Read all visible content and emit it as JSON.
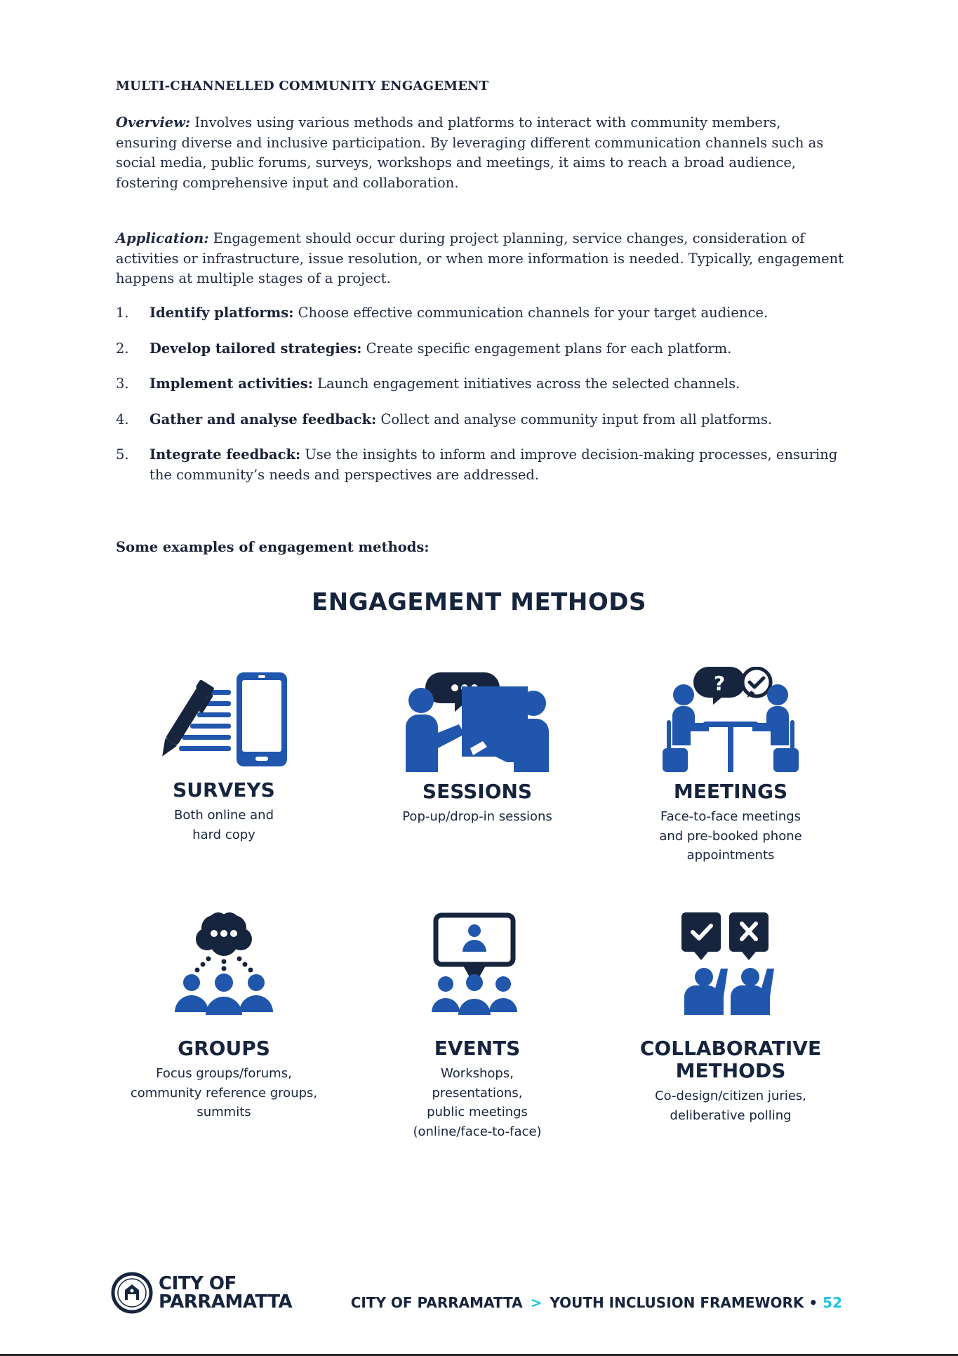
{
  "heading": "MULTI-CHANNELLED COMMUNITY ENGAGEMENT",
  "overview": {
    "label": "Overview:",
    "text": "Involves using various methods and platforms to interact with community members, ensuring diverse and inclusive participation. By leveraging different communication channels such as social media, public forums, surveys, workshops and meetings, it aims to reach a broad audience, fostering comprehensive input and collaboration."
  },
  "application": {
    "label": "Application:",
    "text": "Engagement should occur during project planning, service changes, consideration of activities or infrastructure, issue resolution, or when more information is needed. Typically, engagement happens at multiple stages of a project."
  },
  "steps": [
    {
      "num": "1.",
      "title": "Identify platforms",
      "sep": ":",
      "text": "Choose effective communication channels for your target audience."
    },
    {
      "num": "2.",
      "title": "Develop tailored strategies",
      "sep": ":",
      "text": "Create specific engagement plans for each platform."
    },
    {
      "num": "3.",
      "title": "Implement activities",
      "sep": ":",
      "text": "Launch engagement initiatives across the selected channels."
    },
    {
      "num": "4.",
      "title": "Gather and analyse feedback:",
      "sep": "",
      "text": "Collect and analyse community input from all platforms."
    },
    {
      "num": "5.",
      "title": "Integrate feedback:",
      "sep": "",
      "text": "Use the insights to inform and improve decision-making processes, ensuring the community’s needs and perspectives are addressed."
    }
  ],
  "examples_label": "Some examples of engagement methods:",
  "infographic": {
    "title": "ENGAGEMENT METHODS",
    "accent_color": "#2156ad",
    "dark_color": "#16243d",
    "methods": [
      {
        "name": "SURVEYS",
        "desc": [
          "Both online and",
          "hard copy"
        ],
        "icon": "survey-pen-phone-icon"
      },
      {
        "name": "SESSIONS",
        "desc": [
          "Pop-up/drop-in sessions"
        ],
        "icon": "sessions-chat-icon"
      },
      {
        "name": "MEETINGS",
        "desc": [
          "Face-to-face meetings",
          "and pre-booked phone",
          "appointments"
        ],
        "icon": "meeting-table-icon"
      },
      {
        "name": "GROUPS",
        "desc": [
          "Focus groups/forums,",
          "community reference groups,",
          "summits"
        ],
        "icon": "groups-icon"
      },
      {
        "name": "EVENTS",
        "desc": [
          "Workshops,",
          "presentations,",
          "public meetings",
          "(online/face-to-face)"
        ],
        "icon": "presentation-icon"
      },
      {
        "name": "COLLABORATIVE\nMETHODS",
        "desc": [
          "Co-design/citizen juries,",
          "deliberative polling"
        ],
        "icon": "vote-icon"
      }
    ]
  },
  "footer": {
    "logo_line1": "CITY OF",
    "logo_line2": "PARRAMATTA",
    "org": "CITY OF PARRAMATTA",
    "separator": ">",
    "doc": "YOUTH INCLUSION FRAMEWORK",
    "bullet": "•",
    "page": "52",
    "accent": "#25c1e0"
  }
}
